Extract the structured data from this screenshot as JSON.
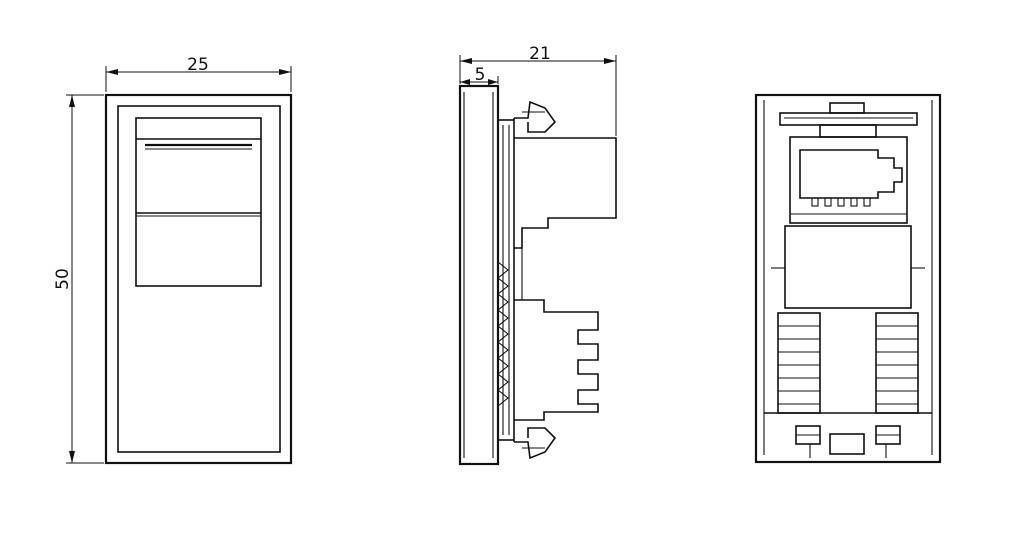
{
  "dimensions": {
    "front_width": "25",
    "front_height": "50",
    "side_depth": "21",
    "side_plate": "5"
  }
}
